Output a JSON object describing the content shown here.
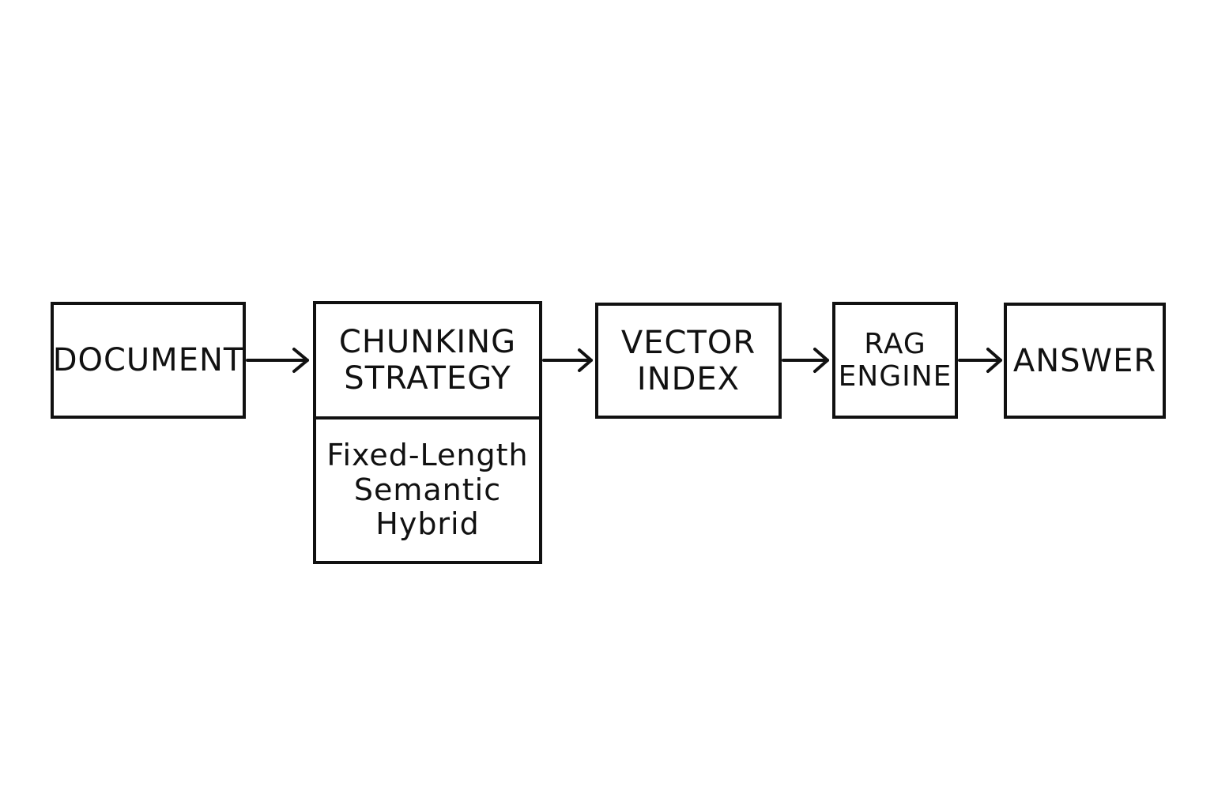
{
  "diagram": {
    "document": "DOCUMENT",
    "chunking_title_line1": "CHUNKING",
    "chunking_title_line2": "STRATEGY",
    "chunking_options": [
      "Fixed-Length",
      "Semantic",
      "Hybrid"
    ],
    "vector_line1": "VECTOR",
    "vector_line2": "INDEX",
    "rag_line1": "RAG",
    "rag_line2": "ENGINE",
    "answer": "ANSWER"
  },
  "colors": {
    "stroke": "#111111",
    "background": "#ffffff"
  }
}
